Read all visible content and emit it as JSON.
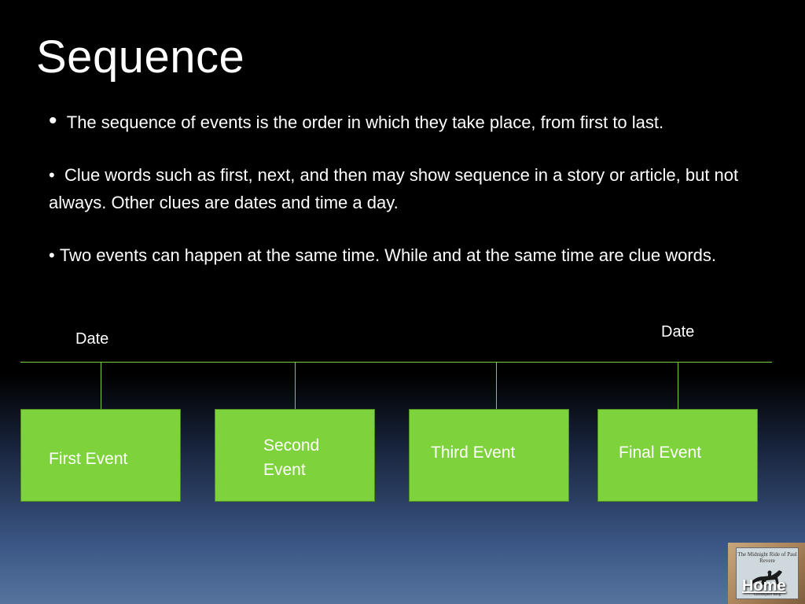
{
  "slide": {
    "title": "Sequence",
    "bullets": [
      "The sequence of events is the order in which they take place, from first to last.",
      "Clue words such as first, next, and then may show sequence in a story or article, but not always.  Other clues are dates and time a day.",
      "Two events can happen at the same time.  While and at the same time are clue words."
    ],
    "bullet_marker": "•",
    "timeline": {
      "date_labels": [
        "Date",
        "Date"
      ],
      "events": [
        "First Event",
        "Second Event",
        "Third Event",
        "Final Event"
      ]
    },
    "home_button": {
      "label": "Home",
      "book_title": "The Midnight Ride of Paul Revere",
      "book_author": "Christopher Bing"
    }
  },
  "colors": {
    "accent_green": "#7ed23b",
    "line_green": "#7ccf3c",
    "background_top": "#000000",
    "background_bottom": "#56739e"
  }
}
